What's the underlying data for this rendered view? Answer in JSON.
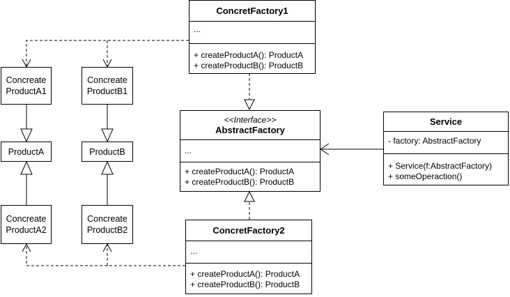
{
  "classes": {
    "concrete_factory_1": {
      "name": "ConcretFactory1",
      "attributes": [
        "..."
      ],
      "methods": [
        "+ createProductA(): ProductA",
        "+ createProductB(): ProductB"
      ]
    },
    "abstract_factory": {
      "stereotype": "<<Interface>>",
      "name": "AbstractFactory",
      "attributes": [
        "..."
      ],
      "methods": [
        "+ createProductA(): ProductA",
        "+ createProductB(): ProductB"
      ]
    },
    "concrete_factory_2": {
      "name": "ConcretFactory2",
      "attributes": [
        "..."
      ],
      "methods": [
        "+ createProductA(): ProductA",
        "+ createProductB(): ProductB"
      ]
    },
    "service": {
      "name": "Service",
      "attributes": [
        "- factory: AbstractFactory"
      ],
      "methods": [
        "+ Service(f:AbstractFactory)",
        "+ someOperaction()"
      ]
    },
    "concreate_product_a1": {
      "label": "Concreate\nProductA1"
    },
    "concreate_product_b1": {
      "label": "Concreate\nProductB1"
    },
    "product_a": {
      "label": "ProductA"
    },
    "product_b": {
      "label": "ProductB"
    },
    "concreate_product_a2": {
      "label": "Concreate\nProductA2"
    },
    "concreate_product_b2": {
      "label": "Concreate\nProductB2"
    }
  },
  "relationships": [
    {
      "from": "concrete_factory_1",
      "to": "abstract_factory",
      "kind": "realization"
    },
    {
      "from": "concrete_factory_2",
      "to": "abstract_factory",
      "kind": "realization"
    },
    {
      "from": "service",
      "to": "abstract_factory",
      "kind": "association"
    },
    {
      "from": "concreate_product_a1",
      "to": "product_a",
      "kind": "generalization"
    },
    {
      "from": "concreate_product_b1",
      "to": "product_b",
      "kind": "generalization"
    },
    {
      "from": "concreate_product_a2",
      "to": "product_a",
      "kind": "generalization"
    },
    {
      "from": "concreate_product_b2",
      "to": "product_b",
      "kind": "generalization"
    },
    {
      "from": "concrete_factory_1",
      "to": "concreate_product_a1",
      "kind": "dependency"
    },
    {
      "from": "concrete_factory_1",
      "to": "concreate_product_b1",
      "kind": "dependency"
    },
    {
      "from": "concrete_factory_2",
      "to": "concreate_product_a2",
      "kind": "dependency"
    },
    {
      "from": "concrete_factory_2",
      "to": "concreate_product_b2",
      "kind": "dependency"
    }
  ]
}
